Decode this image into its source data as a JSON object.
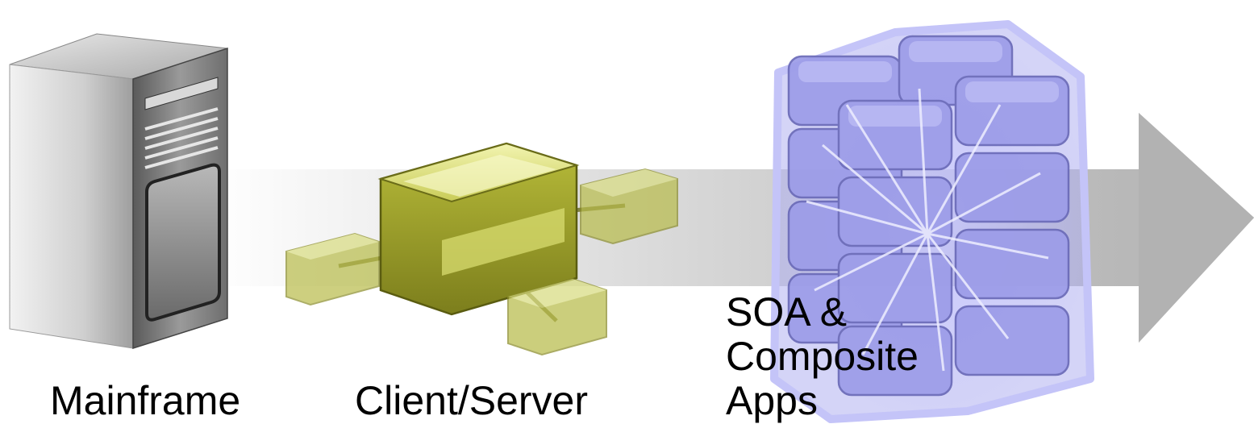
{
  "colors": {
    "arrow": "#b4b4b4",
    "mainframe": "#8c8c8c",
    "client_server": "#a4a828",
    "soa": "#a8a8f0",
    "text": "#000000"
  },
  "stages": [
    {
      "label": "Mainframe",
      "icon": "server-tower-icon"
    },
    {
      "label": "Client/Server",
      "icon": "client-server-cubes-icon"
    },
    {
      "label_lines": [
        "SOA &",
        "Composite",
        "Apps"
      ],
      "icon": "soa-blocks-icon"
    }
  ]
}
